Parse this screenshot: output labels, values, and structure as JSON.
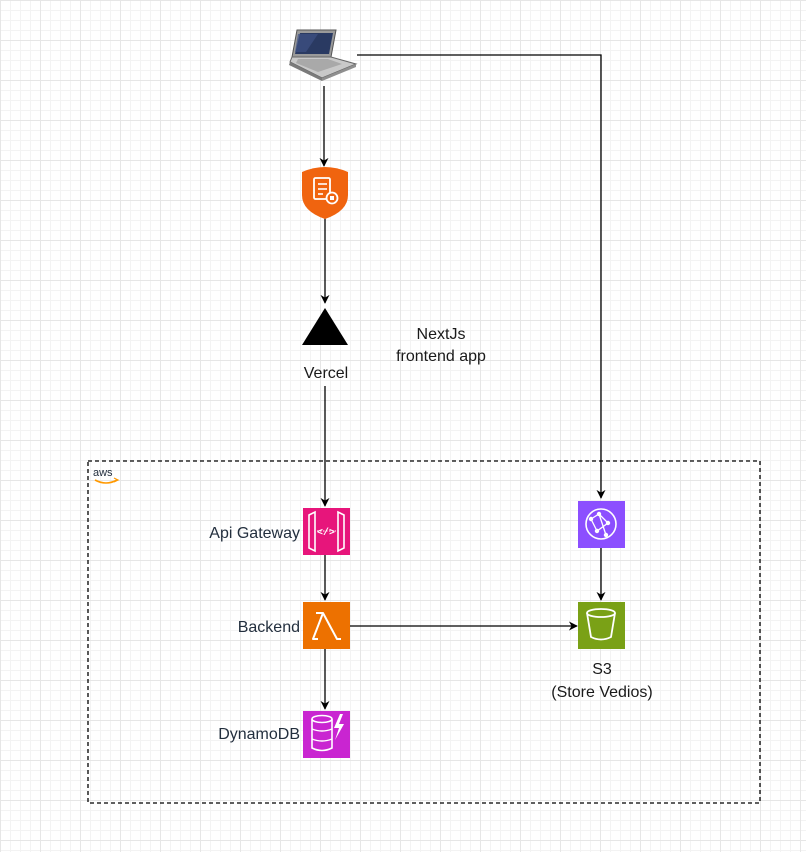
{
  "group": {
    "logo_text": "aws"
  },
  "nodes": {
    "client": {
      "icon": "laptop-icon"
    },
    "waf": {
      "icon": "waf-shield-icon",
      "color": "#f0640f"
    },
    "vercel": {
      "label": "Vercel",
      "icon": "vercel-triangle-icon"
    },
    "nextjs_note": {
      "line1": "NextJs",
      "line2": "frontend app"
    },
    "api_gateway": {
      "label": "Api Gateway",
      "icon": "api-gateway-icon",
      "color": "#e7157b"
    },
    "backend": {
      "label": "Backend",
      "icon": "lambda-icon",
      "color": "#ed7100"
    },
    "dynamodb": {
      "label": "DynamoDB",
      "icon": "dynamodb-icon",
      "color": "#c925d1"
    },
    "cloudfront": {
      "icon": "cloudfront-icon",
      "color": "#8c4fff"
    },
    "s3": {
      "label_line1": "S3",
      "label_line2": "(Store Vedios)",
      "icon": "s3-bucket-icon",
      "color": "#7aa116"
    }
  }
}
